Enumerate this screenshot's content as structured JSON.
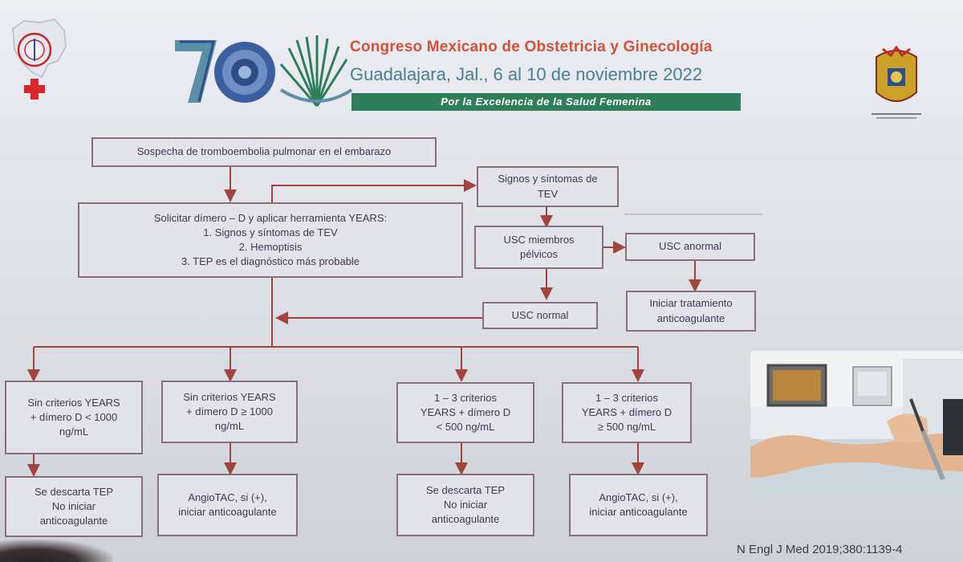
{
  "header": {
    "logo_number": "70",
    "congress_title": "Congreso Mexicano de Obstetricia y Ginecología",
    "congress_location_date": "Guadalajara, Jal., 6 al 10 de noviembre 2022",
    "banner": "Por la Excelencia de la Salud Femenina"
  },
  "flow": {
    "start": "Sospecha de tromboembolia pulmonar en el embarazo",
    "years_title": "Solicitar dímero – D y aplicar herramienta YEARS:",
    "years_items": [
      "1.   Signos y síntomas de TEV",
      "2.   Hemoptisis",
      "3.   TEP es el diagnóstico más probable"
    ],
    "signos": [
      "Signos y síntomas de",
      "TEV"
    ],
    "usc_miembros": [
      "USC miembros",
      "pélvicos"
    ],
    "usc_anormal": "USC anormal",
    "usc_normal": "USC normal",
    "iniciar_tratamiento": [
      "Iniciar tratamiento",
      "anticoagulante"
    ],
    "branches": [
      {
        "criteria": [
          "Sin criterios YEARS",
          "+ dímero D < 1000",
          "ng/mL"
        ],
        "outcome": [
          "Se descarta TEP",
          "No iniciar",
          "anticoagulante"
        ]
      },
      {
        "criteria": [
          "Sin criterios YEARS",
          "+ dímero D ≥ 1000",
          "ng/mL"
        ],
        "outcome": [
          "AngioTAC, si (+),",
          "iniciar anticoagulante"
        ]
      },
      {
        "criteria": [
          "1 – 3 criterios",
          "YEARS + dímero D",
          "< 500 ng/mL"
        ],
        "outcome": [
          "Se descarta TEP",
          "No iniciar",
          "anticoagulante"
        ]
      },
      {
        "criteria": [
          "1 – 3 criterios",
          "YEARS + dímero D",
          "≥ 500 ng/mL"
        ],
        "outcome": [
          "AngioTAC, si (+),",
          "iniciar anticoagulante"
        ]
      }
    ]
  },
  "citation": "N Engl J Med 2019;380:1139-4",
  "colors": {
    "connector": "#a0443c",
    "box_border": "#8a6e78",
    "box_fill": "#e2e3eb",
    "box_text": "#3e3a52",
    "title_red": "#d2533a",
    "subtitle_blue": "#4a7e95",
    "banner_green": "#2e7d5b"
  }
}
